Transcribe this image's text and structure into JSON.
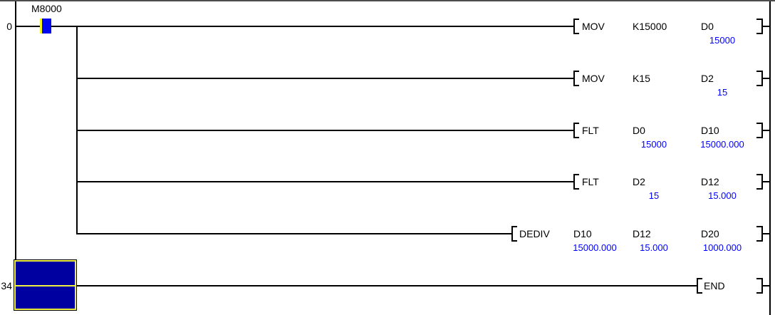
{
  "app": {
    "view": "ladder-monitor",
    "colors": {
      "monitor_value_text": "#0000ff",
      "contact_on_fill": "#0008f0",
      "contact_cursor_yellow": "#f5f520",
      "cursor_block_fill": "#0000a0",
      "cursor_block_border": "#f0f040",
      "line_color": "#000000"
    }
  },
  "rungs": [
    {
      "number": "0",
      "contact": {
        "label": "M8000",
        "state": "on"
      },
      "instructions": [
        {
          "name": "MOV",
          "operands": [
            {
              "device": "K15000",
              "value": ""
            },
            {
              "device": "D0",
              "value": "15000"
            }
          ]
        },
        {
          "name": "MOV",
          "operands": [
            {
              "device": "K15",
              "value": ""
            },
            {
              "device": "D2",
              "value": "15"
            }
          ]
        },
        {
          "name": "FLT",
          "operands": [
            {
              "device": "D0",
              "value": "15000"
            },
            {
              "device": "D10",
              "value": "15000.000"
            }
          ]
        },
        {
          "name": "FLT",
          "operands": [
            {
              "device": "D2",
              "value": "15"
            },
            {
              "device": "D12",
              "value": "15.000"
            }
          ]
        },
        {
          "name": "DEDIV",
          "operands": [
            {
              "device": "D10",
              "value": "15000.000"
            },
            {
              "device": "D12",
              "value": "15.000"
            },
            {
              "device": "D20",
              "value": "1000.000"
            }
          ]
        }
      ]
    },
    {
      "number": "34",
      "instructions": [
        {
          "name": "END",
          "operands": []
        }
      ]
    }
  ]
}
